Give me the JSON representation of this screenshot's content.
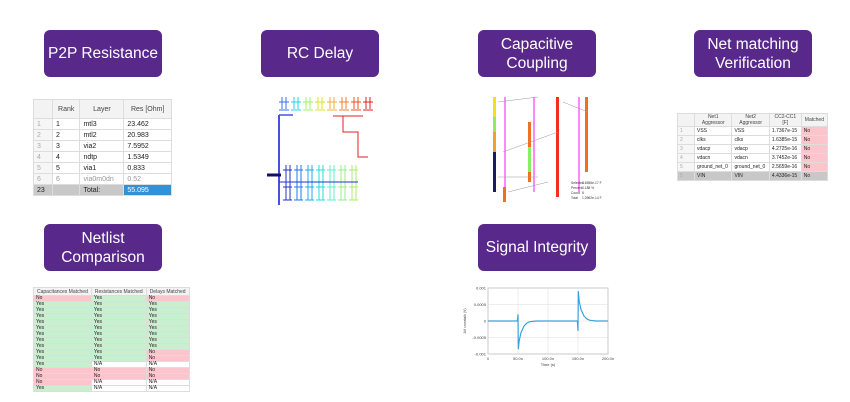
{
  "labels": {
    "p2p": "P2P Resistance",
    "rc": "RC Delay",
    "cap": "Capacitive Coupling",
    "net": "Net matching Verification",
    "netlist": "Netlist Comparison",
    "si": "Signal Integrity"
  },
  "colors": {
    "label_bg": "#58298a",
    "mismatch": "#fcc5cc",
    "match": "#c9efcf",
    "selected": "#3391d8"
  },
  "p2p_table": {
    "headers": [
      "",
      "Rank",
      "Layer",
      "Res [Ohm]"
    ],
    "rows": [
      [
        "1",
        "1",
        "mtl3",
        "23.462"
      ],
      [
        "2",
        "2",
        "mtl2",
        "20.983"
      ],
      [
        "3",
        "3",
        "via2",
        "7.5952"
      ],
      [
        "4",
        "4",
        "ndtp",
        "1.5349"
      ],
      [
        "5",
        "5",
        "via1",
        "0.833"
      ],
      [
        "6",
        "6",
        "via0m0dn",
        "0.52"
      ]
    ],
    "total": {
      "index": "23",
      "label": "Total:",
      "value": "55.095"
    }
  },
  "cap_stats": [
    {
      "k": "Selected",
      "v": "1.6556e-17 F"
    },
    {
      "k": "Percent",
      "v": "0.188 %"
    },
    {
      "k": "Count",
      "v": "8"
    },
    {
      "k": "Total",
      "v": "1.0962e-14 F"
    }
  ],
  "net_table": {
    "headers": [
      "",
      "Net1 Aggressor",
      "Net2 Aggressor",
      "CC2-CC1 [F]",
      "Matched"
    ],
    "rows": [
      [
        "1",
        "VSS",
        "VSS",
        "1.7367e-15",
        "No"
      ],
      [
        "2",
        "clks",
        "clks",
        "1.6385e-15",
        "No"
      ],
      [
        "3",
        "vdacp",
        "vdacp",
        "4.2725e-16",
        "No"
      ],
      [
        "4",
        "vdacn",
        "vdacn",
        "3.7452e-16",
        "No"
      ],
      [
        "5",
        "ground_net_0",
        "ground_net_0",
        "2.5659e-16",
        "No"
      ],
      [
        "5",
        "VIN",
        "VIN",
        "4.4336e-15",
        "No"
      ]
    ]
  },
  "netlist_table": {
    "headers": [
      "Capacitances Matched",
      "Resistances Matched",
      "Delays Matched"
    ],
    "rows": [
      [
        "No",
        "Yes",
        "No"
      ],
      [
        "Yes",
        "Yes",
        "Yes"
      ],
      [
        "Yes",
        "Yes",
        "Yes"
      ],
      [
        "Yes",
        "Yes",
        "Yes"
      ],
      [
        "Yes",
        "Yes",
        "Yes"
      ],
      [
        "Yes",
        "Yes",
        "Yes"
      ],
      [
        "Yes",
        "Yes",
        "Yes"
      ],
      [
        "Yes",
        "Yes",
        "Yes"
      ],
      [
        "Yes",
        "Yes",
        "Yes"
      ],
      [
        "Yes",
        "Yes",
        "No"
      ],
      [
        "Yes",
        "Yes",
        "No"
      ],
      [
        "Yes",
        "N/A",
        "N/A"
      ],
      [
        "No",
        "No",
        "No"
      ],
      [
        "No",
        "No",
        "No"
      ],
      [
        "No",
        "N/A",
        "N/A"
      ],
      [
        "Yes",
        "N/A",
        "N/A"
      ]
    ]
  },
  "chart_data": {
    "type": "line",
    "xlabel": "Time (s)",
    "ylabel": "ΔV crosstalk (V)",
    "xlim": [
      0,
      2e-07
    ],
    "ylim": [
      -0.001,
      0.001
    ],
    "xticks": [
      0,
      5e-08,
      1e-07,
      1.5e-07,
      2e-07
    ],
    "xtick_labels": [
      "0",
      "50.0n",
      "100.0n",
      "150.0n",
      "200.0n"
    ],
    "yticks": [
      0.001,
      0.0005,
      0,
      -0.0005,
      -0.001
    ],
    "ytick_labels": [
      "0.001",
      "0.0005",
      "0",
      "-0.0005",
      "-0.001"
    ],
    "grid": true,
    "color": "#3aa0dc",
    "x": [
      0,
      4.9e-08,
      5e-08,
      5.05e-08,
      5.2e-08,
      5.5e-08,
      6e-08,
      6.5e-08,
      7e-08,
      8e-08,
      1.49e-07,
      1.5e-07,
      1.505e-07,
      1.52e-07,
      1.55e-07,
      1.6e-07,
      1.65e-07,
      1.7e-07,
      1.8e-07,
      2e-07
    ],
    "y": [
      0,
      0,
      0.0002,
      -0.00085,
      -0.0006,
      -0.00035,
      -0.00015,
      -6e-05,
      -2e-05,
      0,
      0,
      -0.0003,
      0.0009,
      0.0006,
      0.00035,
      0.00015,
      6e-05,
      2e-05,
      0,
      0
    ]
  }
}
